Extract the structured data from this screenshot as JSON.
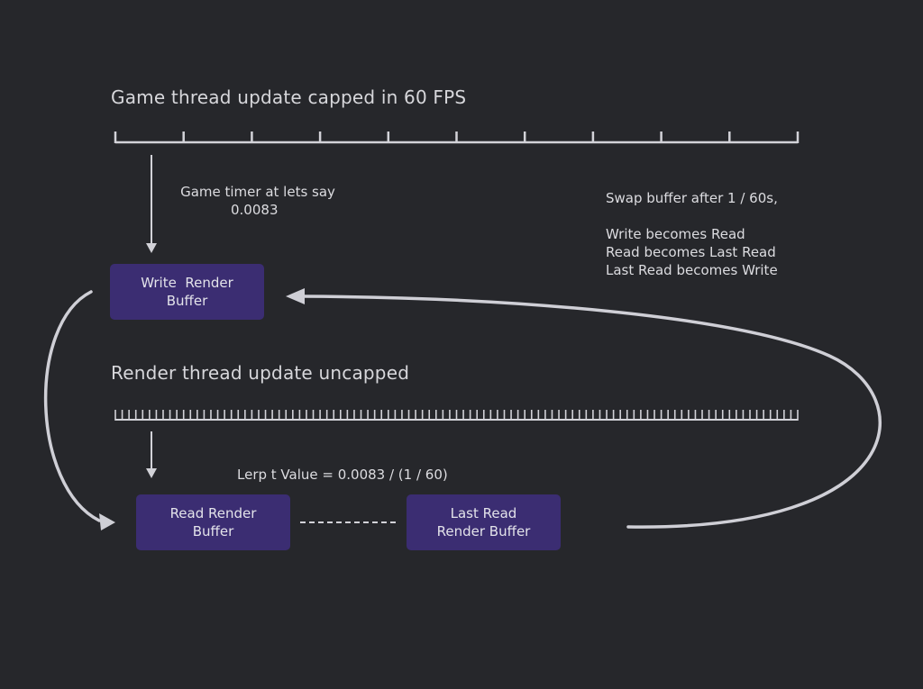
{
  "game_thread": {
    "heading": "Game thread update capped in 60 FPS",
    "timer_note": [
      "Game timer at lets say",
      "0.0083"
    ],
    "write_buffer": [
      "Write  Render",
      "Buffer"
    ]
  },
  "render_thread": {
    "heading": "Render thread update uncapped",
    "lerp_note": "Lerp t Value = 0.0083 / (1 / 60)",
    "read_buffer": [
      "Read Render",
      "Buffer"
    ],
    "last_read_buffer": [
      "Last Read",
      "Render Buffer"
    ]
  },
  "swap_note": [
    "Swap buffer after 1 / 60s,",
    "",
    "Write becomes Read",
    "Read becomes Last Read",
    "Last Read becomes Write"
  ],
  "colors": {
    "background": "#26272b",
    "box": "#3b2d72",
    "line": "#d2d2d8",
    "text": "#dcdce0"
  }
}
